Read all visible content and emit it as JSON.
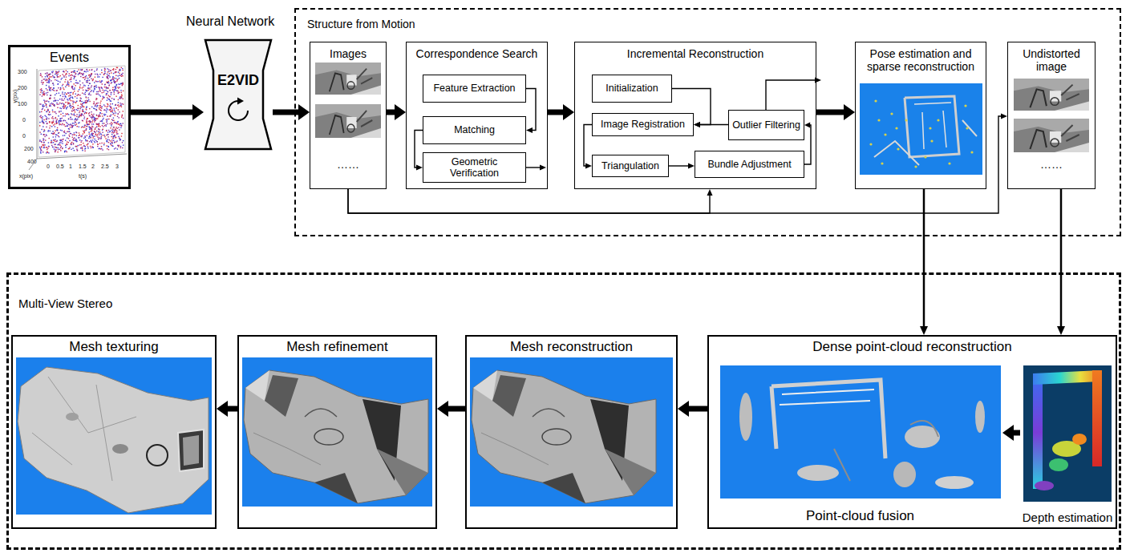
{
  "diagram": {
    "nodes": [
      {
        "text": [
          "Events"
        ]
      },
      {
        "text": [
          "E2VID"
        ]
      },
      {
        "text": [
          "Structure from Motion"
        ]
      },
      {
        "text": [
          "Images",
          "……"
        ],
        "in": 2
      },
      {
        "text": [
          "Correspondence Search"
        ],
        "in": 2
      },
      {
        "text": [
          "Feature Extraction"
        ],
        "in": 4
      },
      {
        "text": [
          "Matching"
        ],
        "in": 4
      },
      {
        "text": [
          "Geometric Verification"
        ],
        "in": 4
      },
      {
        "text": [
          "Incremental Reconstruction"
        ],
        "in": 2
      },
      {
        "text": [
          "Initialization"
        ],
        "in": 8
      },
      {
        "text": [
          "Image Registration"
        ],
        "in": 8
      },
      {
        "text": [
          "Outlier Filtering"
        ],
        "in": 8
      },
      {
        "text": [
          "Triangulation"
        ],
        "in": 8
      },
      {
        "text": [
          "Bundle Adjustment"
        ],
        "in": 8
      },
      {
        "text": [
          "Pose estimation and sparse reconstruction"
        ],
        "in": 2
      },
      {
        "text": [
          "Undistorted image",
          "……"
        ],
        "in": 2
      },
      {
        "text": [
          "Multi-View Stereo"
        ]
      },
      {
        "text": [
          "Mesh texturing"
        ],
        "in": 16
      },
      {
        "text": [
          "Mesh refinement"
        ],
        "in": 16
      },
      {
        "text": [
          "Mesh reconstruction"
        ],
        "in": 16
      },
      {
        "text": [
          "Dense point-cloud reconstruction"
        ],
        "in": 16
      },
      {
        "text": [
          "Point-cloud fusion"
        ],
        "in": 20
      },
      {
        "text": [
          "Depth estimation"
        ],
        "in": 20
      }
    ],
    "edges": [
      {
        "from": 0,
        "to": 1,
        "arrow": "to"
      },
      {
        "from": 1,
        "to": 3,
        "arrow": "to"
      },
      {
        "from": 3,
        "to": 4,
        "arrow": "to"
      },
      {
        "from": 5,
        "to": 6,
        "arrow": "to"
      },
      {
        "from": 6,
        "to": 7,
        "arrow": "to"
      },
      {
        "from": 4,
        "to": 8,
        "arrow": "to"
      },
      {
        "from": 9,
        "to": 10,
        "arrow": "to"
      },
      {
        "from": 11,
        "to": 10,
        "arrow": "to"
      },
      {
        "from": 10,
        "to": 12,
        "arrow": "to"
      },
      {
        "from": 12,
        "to": 13,
        "arrow": "to"
      },
      {
        "from": 13,
        "to": 11,
        "arrow": "to"
      },
      {
        "from": 8,
        "to": 14,
        "arrow": "to"
      },
      {
        "from": 3,
        "to": 8,
        "arrow": "to"
      },
      {
        "from": 3,
        "to": 15,
        "arrow": "to"
      },
      {
        "from": 14,
        "to": 20,
        "arrow": "to"
      },
      {
        "from": 15,
        "to": 20,
        "arrow": "to"
      },
      {
        "from": 22,
        "to": 21,
        "arrow": "to"
      },
      {
        "from": 20,
        "to": 19,
        "arrow": "to"
      },
      {
        "from": 19,
        "to": 18,
        "arrow": "to"
      },
      {
        "from": 18,
        "to": 17,
        "arrow": "to"
      }
    ],
    "labels": [
      "Neural Network",
      "300",
      "200",
      "100",
      "0",
      "0",
      "200",
      "400",
      "0",
      "0.5",
      "1",
      "1.5",
      "2",
      "2.5",
      "3",
      "y(pix)",
      "x(pix)",
      "t(s)"
    ]
  }
}
